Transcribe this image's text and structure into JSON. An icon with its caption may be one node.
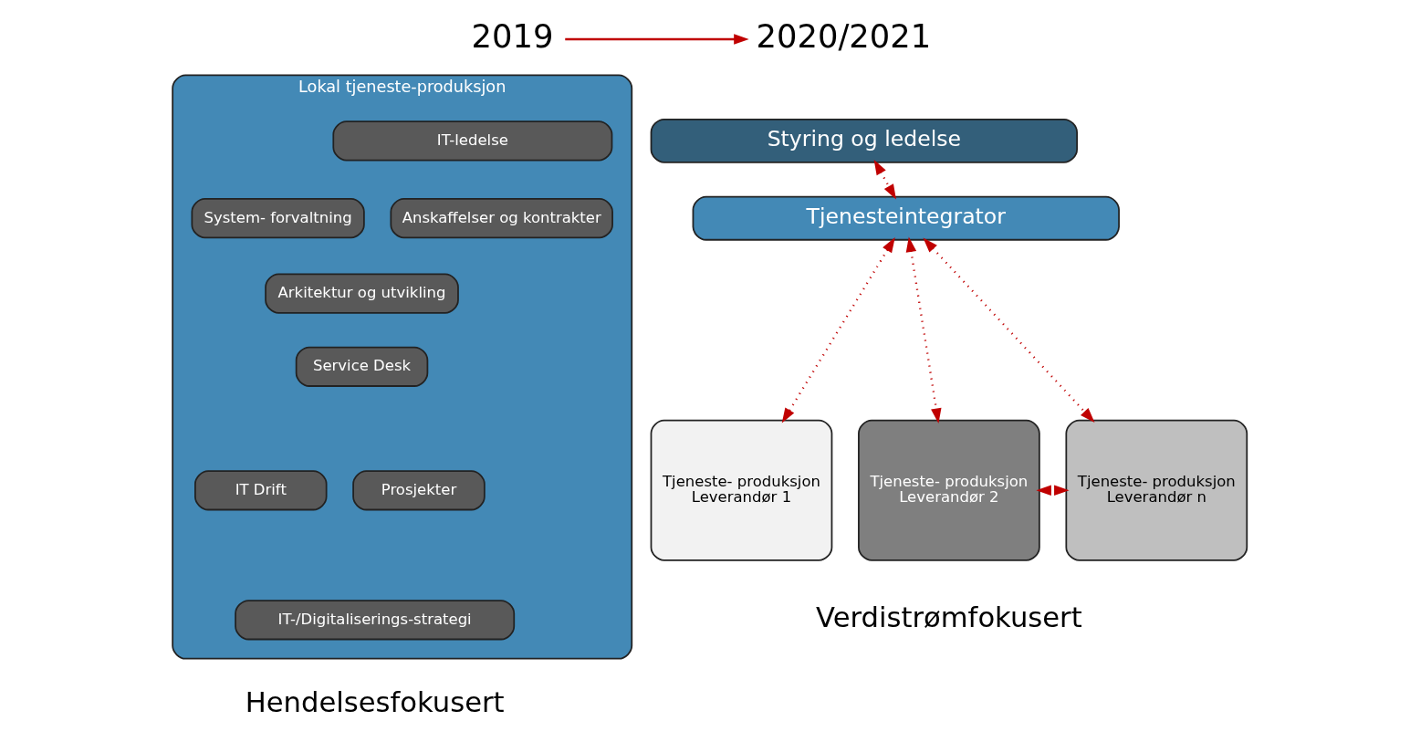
{
  "diagram": {
    "nodes": [
      {
        "text": [
          "2019"
        ]
      },
      {
        "text": [
          "2020/2021"
        ]
      },
      {
        "text": [
          "Lokal tjeneste-produksjon"
        ],
        "beside": [
          "Hendelsesfokusert"
        ]
      },
      {
        "text": [
          "IT-ledelse"
        ],
        "in": 2
      },
      {
        "text": [
          "System- forvaltning"
        ],
        "in": 2
      },
      {
        "text": [
          "Anskaffelser og kontrakter"
        ],
        "in": 2
      },
      {
        "text": [
          "Arkitektur og utvikling"
        ],
        "in": 2
      },
      {
        "text": [
          "Service Desk"
        ],
        "in": 2
      },
      {
        "text": [
          "IT Drift"
        ],
        "in": 2
      },
      {
        "text": [
          "Prosjekter"
        ],
        "in": 2
      },
      {
        "text": [
          "IT-/Digitaliserings-strategi"
        ],
        "in": 2
      },
      {
        "text": [
          "Styring og ledelse"
        ]
      },
      {
        "text": [
          "Tjenesteintegrator"
        ]
      },
      {
        "text": [
          "Tjeneste- produksjon",
          "Leverandør 1"
        ]
      },
      {
        "text": [
          "Tjeneste- produksjon",
          "Leverandør 2"
        ]
      },
      {
        "text": [
          "Tjeneste- produksjon",
          "Leverandør n"
        ]
      }
    ],
    "edges": [
      {
        "from": 0,
        "to": 1,
        "arrow": "to",
        "color": "#c00000"
      },
      {
        "from": 11,
        "to": 12,
        "arrow": "both",
        "style": "dashed",
        "color": "#c00000"
      },
      {
        "from": 12,
        "to": 13,
        "arrow": "both",
        "style": "dashed",
        "color": "#c00000"
      },
      {
        "from": 12,
        "to": 14,
        "arrow": "both",
        "style": "dashed",
        "color": "#c00000"
      },
      {
        "from": 12,
        "to": 15,
        "arrow": "both",
        "style": "dashed",
        "color": "#c00000"
      },
      {
        "from": 14,
        "to": 15,
        "arrow": "both",
        "style": "dashed",
        "color": "#c00000"
      }
    ],
    "labels": [
      "Verdistrømfokusert"
    ]
  }
}
